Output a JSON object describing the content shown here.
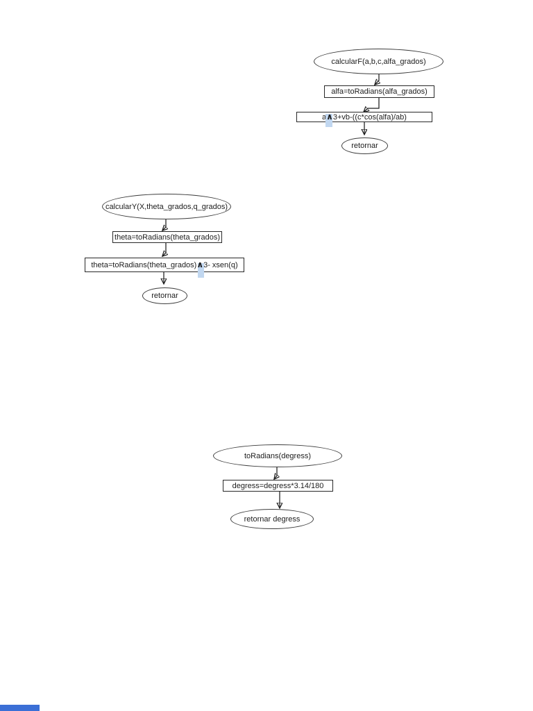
{
  "colors": {
    "selection_highlight": "#c1d7f0",
    "progress_bar": "#3b6fd6",
    "ink": "#1c1c1c"
  },
  "diagrams": {
    "calcularF": {
      "start": "calcularF(a,b,c,alfa_grados)",
      "process1": "alfa=toRadians(alfa_grados)",
      "formula": {
        "pre": "a",
        "caret": "∧",
        "post": "3+vb-((c*cos(alfa)/ab)"
      },
      "end": "retornar"
    },
    "calcularY": {
      "start": "calcularY(X,theta_grados,q_grados)",
      "process1": "theta=toRadians(theta_grados)",
      "formula": {
        "pre": "theta=toRadians(theta_grados)",
        "caret": "∧",
        "post": "3- xsen(q)"
      },
      "end": "retornar"
    },
    "toRadians": {
      "start": "toRadians(degress)",
      "process1": "degress=degress*3.14/180",
      "end": "retornar degress"
    }
  }
}
